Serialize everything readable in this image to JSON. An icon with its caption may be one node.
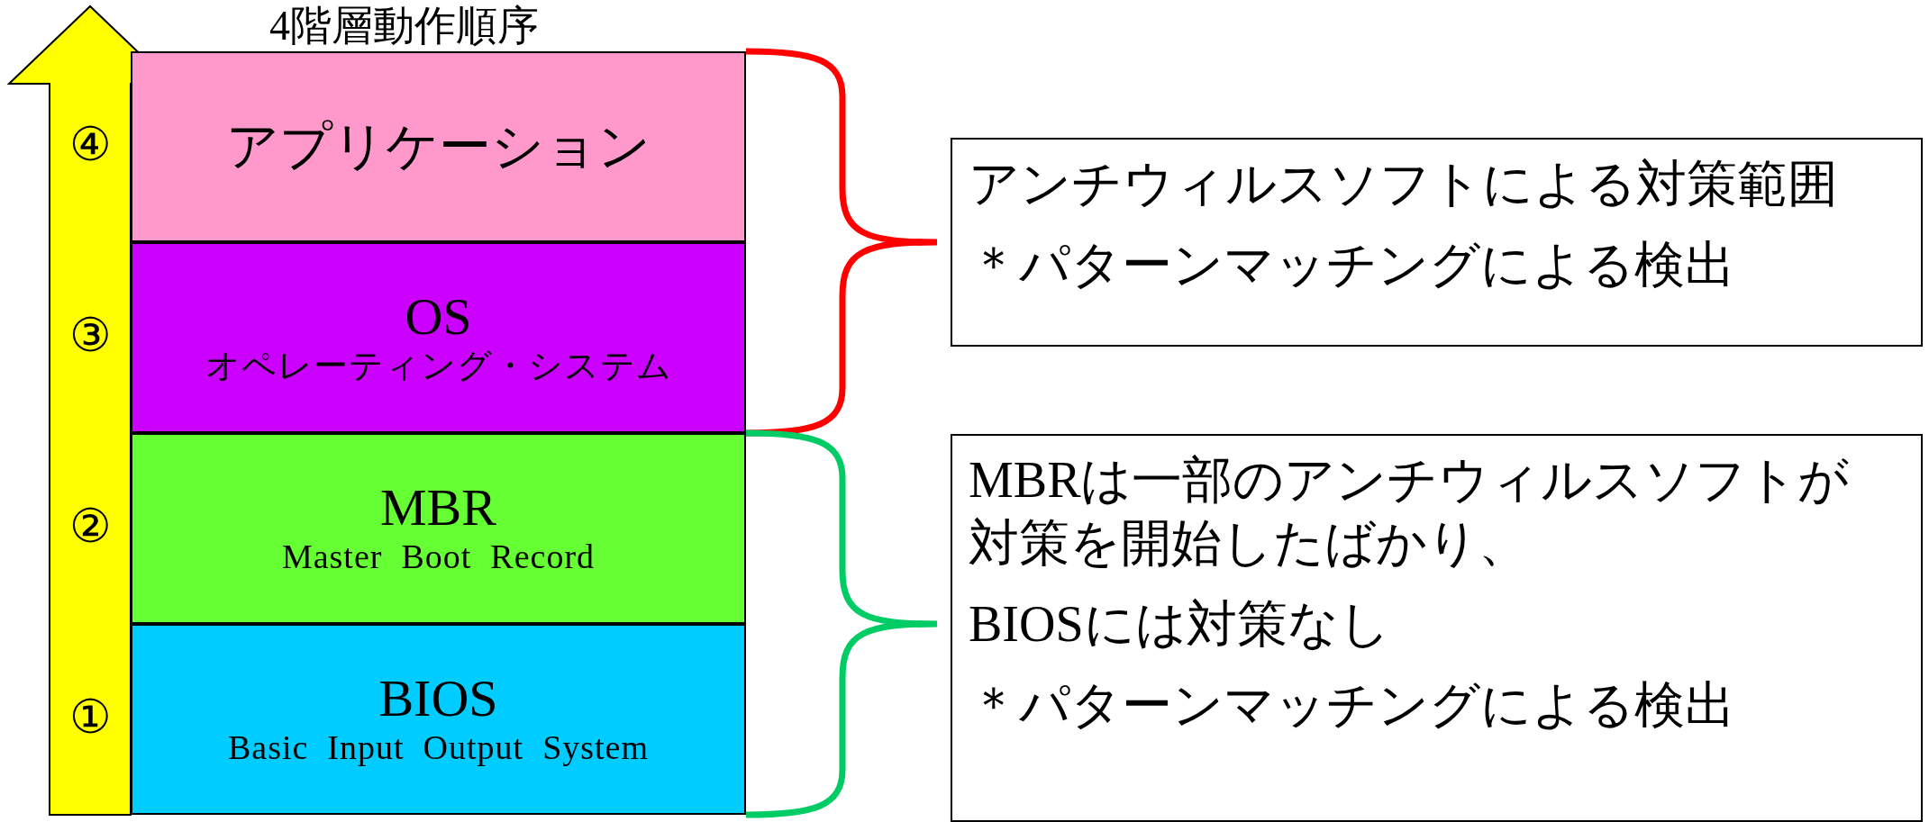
{
  "diagram": {
    "title": "4階層動作順序",
    "nodes": [
      {
        "text": [
          "アプリケーション"
        ]
      },
      {
        "text": [
          "OS",
          "オペレーティング・システム"
        ]
      },
      {
        "text": [
          "MBR",
          "Master  Boot  Record"
        ]
      },
      {
        "text": [
          "BIOS",
          "Basic  Input  Output  System"
        ]
      },
      {
        "text": [
          "アンチウィルスソフトによる対策範囲",
          "＊パターンマッチングによる検出"
        ]
      },
      {
        "text": [
          "MBRは一部のアンチウィルスソフトが対策を開始したばかり、",
          "BIOSには対策なし",
          "＊パターンマッチングによる検出"
        ]
      }
    ],
    "edges": [],
    "labels": [
      "④",
      "③",
      "②",
      "①"
    ]
  }
}
